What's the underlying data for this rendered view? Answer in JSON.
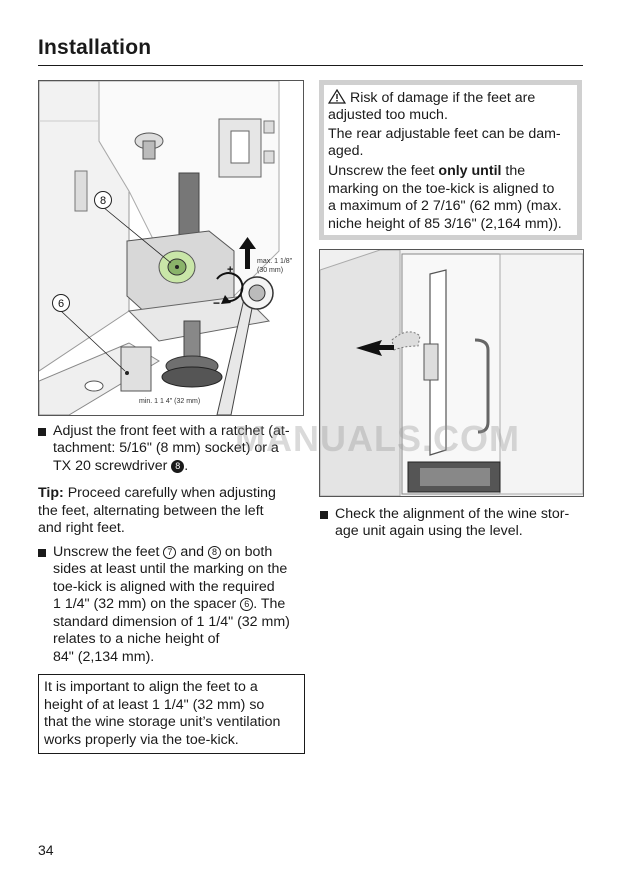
{
  "header": {
    "title": "Installation"
  },
  "figure1": {
    "callout_8": "8",
    "callout_6": "6",
    "label_max_line1": "max. 1 1/8\"",
    "label_max_line2": "(30 mm)",
    "label_min": "min. 1 1 4\" (32 mm)"
  },
  "left": {
    "bullet1": [
      "Adjust the front feet with a ratchet (at-",
      "tachment: 5/16\" (8 mm) socket) or a",
      "TX 20 screwdriver"
    ],
    "bullet1_ref": "8",
    "tip_label": "Tip:",
    "tip_lines": [
      " Proceed carefully when adjusting",
      "the feet, alternating between the left",
      "and right feet."
    ],
    "bullet2_a": "Unscrew the feet ",
    "bullet2_ref1": "7",
    "bullet2_and": " and ",
    "bullet2_ref2": "8",
    "bullet2_b": " on both",
    "bullet2_lines": [
      "sides at least until the marking on the",
      "toe-kick is aligned with the required"
    ],
    "bullet2_spacer_a": "1 1/4\" (32 mm) on the spacer ",
    "bullet2_spacer_ref": "6",
    "bullet2_spacer_b": ". The",
    "bullet2_rest": [
      "standard dimension of 1 1/4\" (32 mm)",
      "relates to a niche height of",
      "84\" (2,134 mm)."
    ],
    "note_lines": [
      "It is important to align the feet to a",
      "height of at least 1 1/4\" (32 mm) so",
      "that the wine storage unit’s ventilation",
      "works properly via the toe-kick."
    ]
  },
  "right": {
    "warning_title": " Risk of damage if the feet are",
    "warning_lines": [
      "adjusted too much.",
      "The rear adjustable feet can be dam-",
      "aged."
    ],
    "warn_p_a": "Unscrew the feet ",
    "warn_p_bold": "only until",
    "warn_p_b": " the",
    "warn_p_lines": [
      "marking on the toe-kick is aligned to",
      "a maximum of 2 7/16\" (62 mm) (max.",
      "niche height of 85 3/16\" (2,164 mm))."
    ],
    "bullet3_lines": [
      "Check the alignment of the wine stor-",
      "age unit again using the level."
    ]
  },
  "watermark": "MANUALS.COM",
  "footer": {
    "page_number": "34"
  }
}
